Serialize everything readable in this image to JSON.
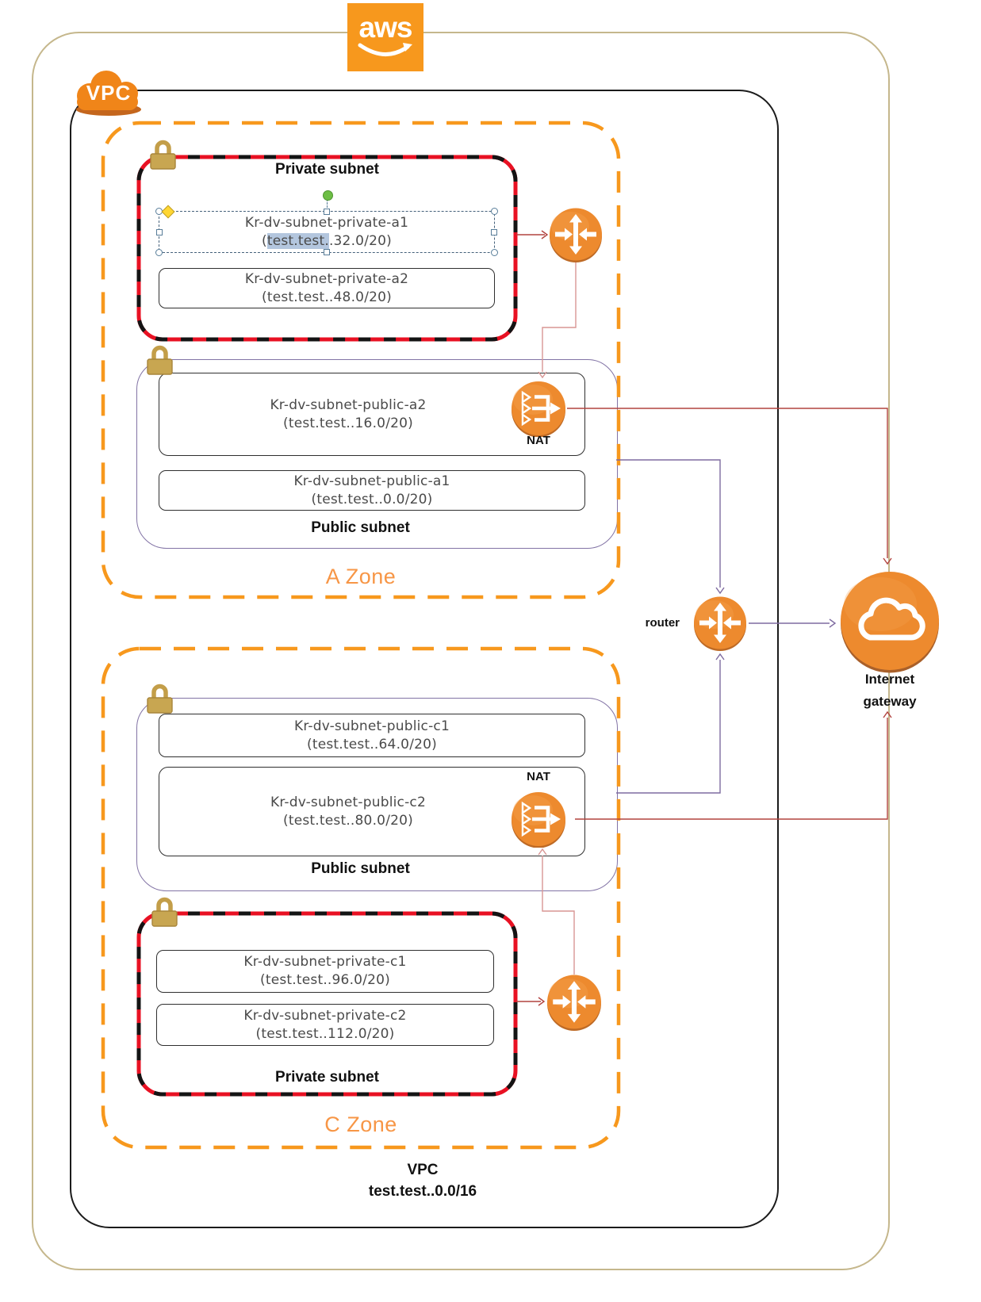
{
  "app": {
    "aws_logo_text": "aws"
  },
  "vpc": {
    "icon_label": "VPC",
    "footer_title": "VPC",
    "footer_cidr": "test.test..0.0/16"
  },
  "gateway": {
    "router_label": "router",
    "internet_line1": "Internet",
    "internet_line2": "gateway"
  },
  "zone_a": {
    "label": "A Zone",
    "private": {
      "title": "Private subnet",
      "selected_box": {
        "name": "Kr-dv-subnet-private-a1",
        "cidr_pre": "(",
        "cidr_highlight": "test.test.",
        "cidr_post": ".32.0/20)"
      },
      "box2": {
        "name": "Kr-dv-subnet-private-a2",
        "cidr": "(test.test..48.0/20)"
      }
    },
    "public": {
      "title": "Public subnet",
      "nat_label": "NAT",
      "box1": {
        "name": "Kr-dv-subnet-public-a2",
        "cidr": "(test.test..16.0/20)"
      },
      "box2": {
        "name": "Kr-dv-subnet-public-a1",
        "cidr": "(test.test..0.0/20)"
      }
    }
  },
  "zone_c": {
    "label": "C Zone",
    "public": {
      "title": "Public subnet",
      "nat_label": "NAT",
      "box1": {
        "name": "Kr-dv-subnet-public-c1",
        "cidr": "(test.test..64.0/20)"
      },
      "box2": {
        "name": "Kr-dv-subnet-public-c2",
        "cidr": "(test.test..80.0/20)"
      }
    },
    "private": {
      "title": "Private subnet",
      "box1": {
        "name": "Kr-dv-subnet-private-c1",
        "cidr": "(test.test..96.0/20)"
      },
      "box2": {
        "name": "Kr-dv-subnet-private-c2",
        "cidr": "(test.test..112.0/20)"
      }
    }
  },
  "colors": {
    "aws_orange": "#F7981D",
    "icon_orange": "#ED8A2E",
    "zone_border": "#F7981D",
    "private_border_red": "#E81123",
    "public_border_purple": "#8273A5",
    "outer_boundary_tan": "#C5B78C",
    "red_line": "#B2433F",
    "pink_line": "#D99694",
    "purple_line": "#7E6BA0",
    "lock_gold": "#C8A651",
    "selection_highlight": "#B3C6DE",
    "zone_label_orange": "#F79646"
  }
}
